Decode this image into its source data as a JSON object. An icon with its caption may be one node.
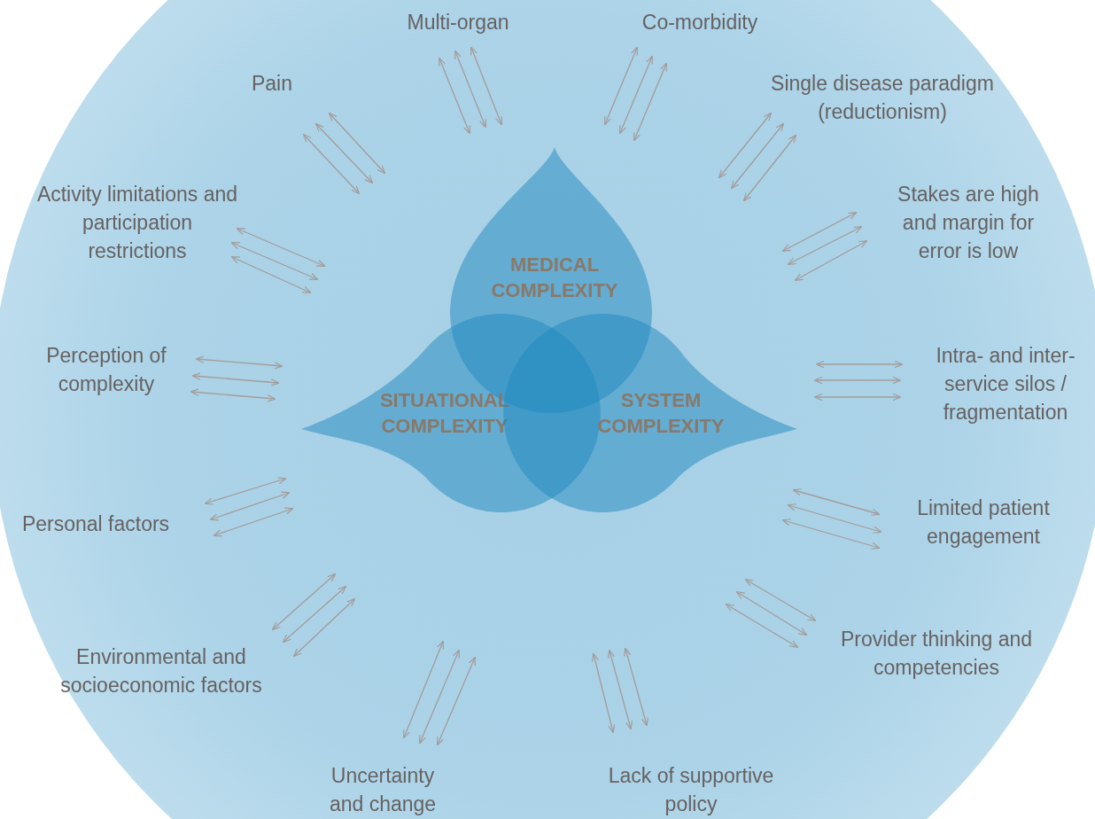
{
  "diagram": {
    "nodes": [
      {
        "text": [
          "MEDICAL COMPLEXITY"
        ]
      },
      {
        "text": [
          "SITUATIONAL COMPLEXITY"
        ]
      },
      {
        "text": [
          "SYSTEM COMPLEXITY"
        ]
      },
      {
        "text": [
          "Pain"
        ]
      },
      {
        "text": [
          "Multi-organ"
        ]
      },
      {
        "text": [
          "Co-morbidity"
        ]
      },
      {
        "text": [
          "Single disease paradigm (reductionism)"
        ]
      },
      {
        "text": [
          "Stakes are high and margin for error is low"
        ]
      },
      {
        "text": [
          "Intra- and inter-service silos / fragmentation"
        ]
      },
      {
        "text": [
          "Limited patient engagement"
        ]
      },
      {
        "text": [
          "Provider thinking and competencies"
        ]
      },
      {
        "text": [
          "Lack of supportive policy"
        ]
      },
      {
        "text": [
          "Uncertainty and change"
        ]
      },
      {
        "text": [
          "Environmental and socioeconomic factors"
        ]
      },
      {
        "text": [
          "Personal factors"
        ]
      },
      {
        "text": [
          "Perception of complexity"
        ]
      },
      {
        "text": [
          "Activity limitations and participation restrictions"
        ]
      }
    ],
    "edges": [
      {
        "from": 3,
        "to": null,
        "arrow": "both"
      },
      {
        "from": 3,
        "to": null,
        "arrow": "both"
      },
      {
        "from": 3,
        "to": null,
        "arrow": "both"
      },
      {
        "from": 4,
        "to": null,
        "arrow": "both"
      },
      {
        "from": 4,
        "to": null,
        "arrow": "both"
      },
      {
        "from": 4,
        "to": null,
        "arrow": "both"
      },
      {
        "from": 5,
        "to": null,
        "arrow": "both"
      },
      {
        "from": 5,
        "to": null,
        "arrow": "both"
      },
      {
        "from": 5,
        "to": null,
        "arrow": "both"
      },
      {
        "from": 6,
        "to": null,
        "arrow": "both"
      },
      {
        "from": 6,
        "to": null,
        "arrow": "both"
      },
      {
        "from": 6,
        "to": null,
        "arrow": "both"
      },
      {
        "from": 7,
        "to": null,
        "arrow": "both"
      },
      {
        "from": 7,
        "to": null,
        "arrow": "both"
      },
      {
        "from": 7,
        "to": null,
        "arrow": "both"
      },
      {
        "from": 8,
        "to": null,
        "arrow": "both"
      },
      {
        "from": 8,
        "to": null,
        "arrow": "both"
      },
      {
        "from": 8,
        "to": null,
        "arrow": "both"
      },
      {
        "from": 9,
        "to": null,
        "arrow": "both"
      },
      {
        "from": 9,
        "to": null,
        "arrow": "both"
      },
      {
        "from": 9,
        "to": null,
        "arrow": "both"
      },
      {
        "from": 10,
        "to": null,
        "arrow": "both"
      },
      {
        "from": 10,
        "to": null,
        "arrow": "both"
      },
      {
        "from": 10,
        "to": null,
        "arrow": "both"
      },
      {
        "from": 11,
        "to": null,
        "arrow": "both"
      },
      {
        "from": 11,
        "to": null,
        "arrow": "both"
      },
      {
        "from": 11,
        "to": null,
        "arrow": "both"
      },
      {
        "from": 12,
        "to": null,
        "arrow": "both"
      },
      {
        "from": 12,
        "to": null,
        "arrow": "both"
      },
      {
        "from": 12,
        "to": null,
        "arrow": "both"
      },
      {
        "from": 13,
        "to": null,
        "arrow": "both"
      },
      {
        "from": 13,
        "to": null,
        "arrow": "both"
      },
      {
        "from": 13,
        "to": null,
        "arrow": "both"
      },
      {
        "from": 14,
        "to": null,
        "arrow": "both"
      },
      {
        "from": 14,
        "to": null,
        "arrow": "both"
      },
      {
        "from": 14,
        "to": null,
        "arrow": "both"
      },
      {
        "from": 15,
        "to": null,
        "arrow": "both"
      },
      {
        "from": 15,
        "to": null,
        "arrow": "both"
      },
      {
        "from": 15,
        "to": null,
        "arrow": "both"
      },
      {
        "from": 16,
        "to": null,
        "arrow": "both"
      },
      {
        "from": 16,
        "to": null,
        "arrow": "both"
      },
      {
        "from": 16,
        "to": null,
        "arrow": "both"
      }
    ]
  }
}
